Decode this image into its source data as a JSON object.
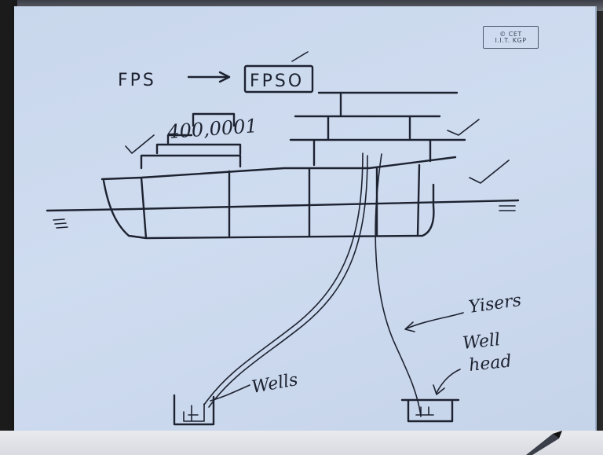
{
  "labels": {
    "fps": "FPS",
    "fpso": "FPSO",
    "topsides": "400,0001",
    "risers": "Yisers",
    "wells": "Wells",
    "well_head_line1": "Well",
    "well_head_line2": "head"
  },
  "stamp": {
    "line1": "© CET",
    "line2": "I.I.T. KGP"
  },
  "colors": {
    "paper": "#cbd8ee",
    "ink": "#1d2230"
  }
}
